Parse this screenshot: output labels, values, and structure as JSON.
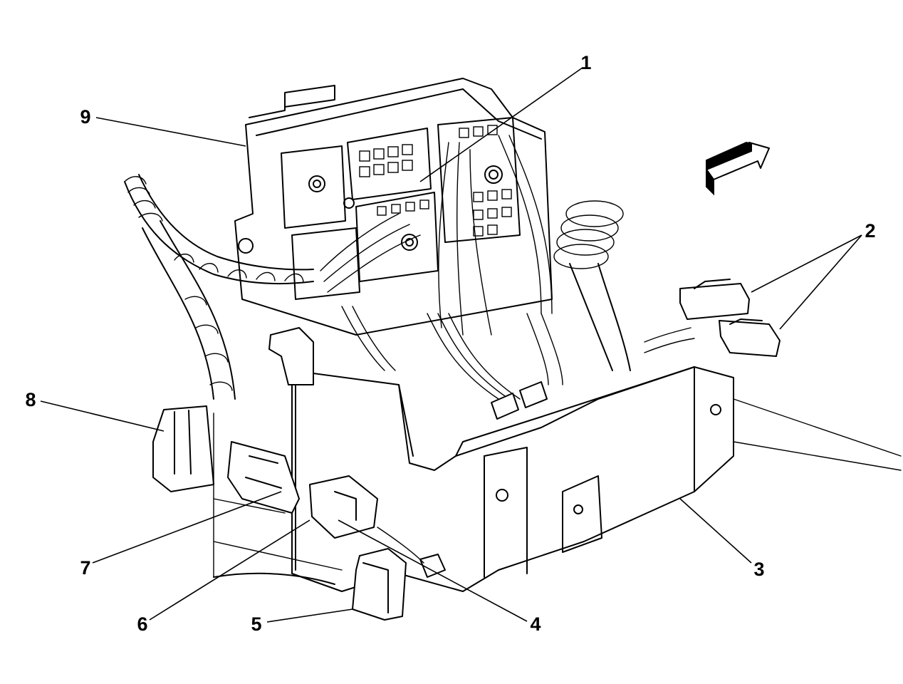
{
  "callouts": [
    {
      "id": "1",
      "label": "1"
    },
    {
      "id": "2",
      "label": "2"
    },
    {
      "id": "3",
      "label": "3"
    },
    {
      "id": "4",
      "label": "4"
    },
    {
      "id": "5",
      "label": "5"
    },
    {
      "id": "6",
      "label": "6"
    },
    {
      "id": "7",
      "label": "7"
    },
    {
      "id": "8",
      "label": "8"
    },
    {
      "id": "9",
      "label": "9"
    }
  ],
  "direction_arrow": {
    "icon": "forward-arrow-icon"
  },
  "colors": {
    "ink": "#000000",
    "paper": "#ffffff"
  }
}
